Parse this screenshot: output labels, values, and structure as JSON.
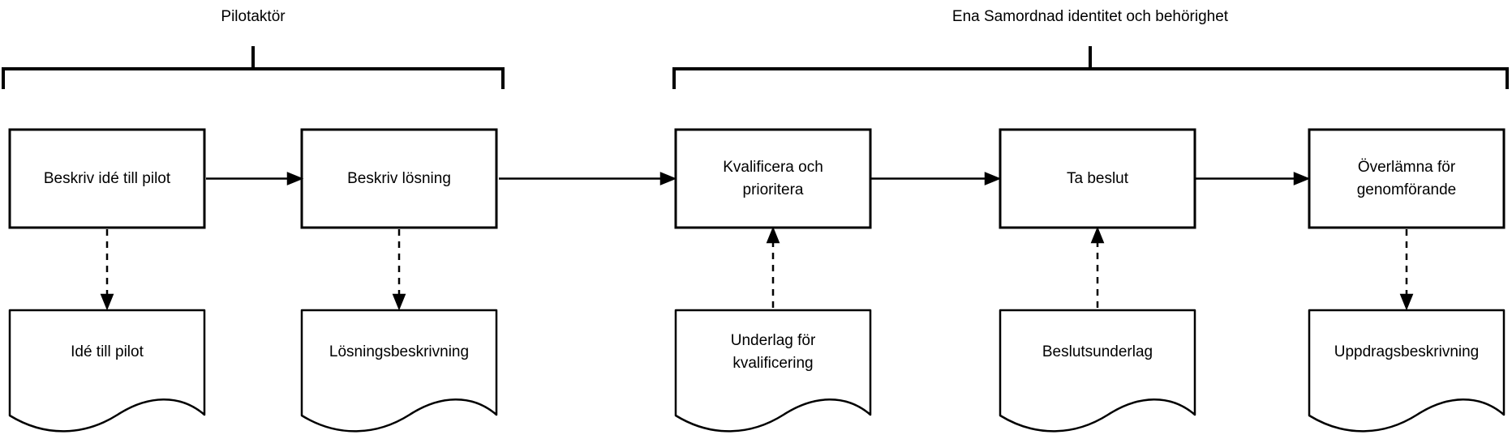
{
  "diagram": {
    "groups": [
      {
        "label": "Pilotaktör"
      },
      {
        "label": "Ena Samordnad identitet och behörighet"
      }
    ],
    "steps": [
      {
        "label": "Beskriv idé till pilot"
      },
      {
        "label": "Beskriv lösning"
      },
      {
        "label": "Kvalificera och prioritera"
      },
      {
        "label": "Ta beslut"
      },
      {
        "label": "Överlämna för genomförande"
      }
    ],
    "documents": [
      {
        "label": "Idé till pilot",
        "arrow_direction": "from-step"
      },
      {
        "label": "Lösningsbeskrivning",
        "arrow_direction": "from-step"
      },
      {
        "label": "Underlag för kvalificering",
        "arrow_direction": "to-step"
      },
      {
        "label": "Beslutsunderlag",
        "arrow_direction": "to-step"
      },
      {
        "label": "Uppdragsbeskrivning",
        "arrow_direction": "from-step"
      }
    ],
    "colors": {
      "line": "#000000",
      "fill": "#ffffff",
      "text": "#000000"
    }
  }
}
